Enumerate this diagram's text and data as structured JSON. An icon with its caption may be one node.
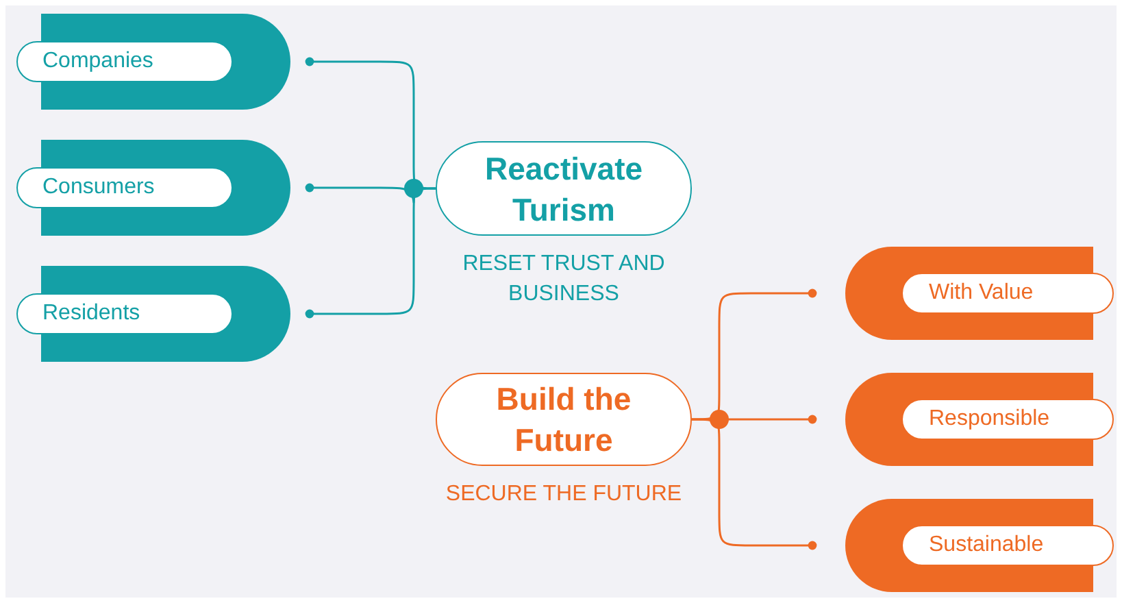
{
  "diagram": {
    "nodes": [
      {
        "text": [
          "Companies"
        ]
      },
      {
        "text": [
          "Consumers"
        ]
      },
      {
        "text": [
          "Residents"
        ]
      },
      {
        "text": [
          "Reactivate Turism"
        ],
        "beside": [
          "RESET TRUST AND BUSINESS"
        ]
      },
      {
        "text": [
          "Build the Future"
        ],
        "beside": [
          "SECURE THE FUTURE"
        ]
      },
      {
        "text": [
          "With Value"
        ]
      },
      {
        "text": [
          "Responsible"
        ]
      },
      {
        "text": [
          "Sustainable"
        ]
      }
    ],
    "edges": [
      {
        "from": 0,
        "to": 3,
        "arrow": "other"
      },
      {
        "from": 1,
        "to": 3,
        "arrow": "other"
      },
      {
        "from": 2,
        "to": 3,
        "arrow": "other"
      },
      {
        "from": 4,
        "to": 5,
        "arrow": "other",
        "color": "#ee6a24"
      },
      {
        "from": 4,
        "to": 6,
        "arrow": "other",
        "color": "#ee6a24"
      },
      {
        "from": 4,
        "to": 7,
        "arrow": "other",
        "color": "#ee6a24"
      }
    ]
  }
}
